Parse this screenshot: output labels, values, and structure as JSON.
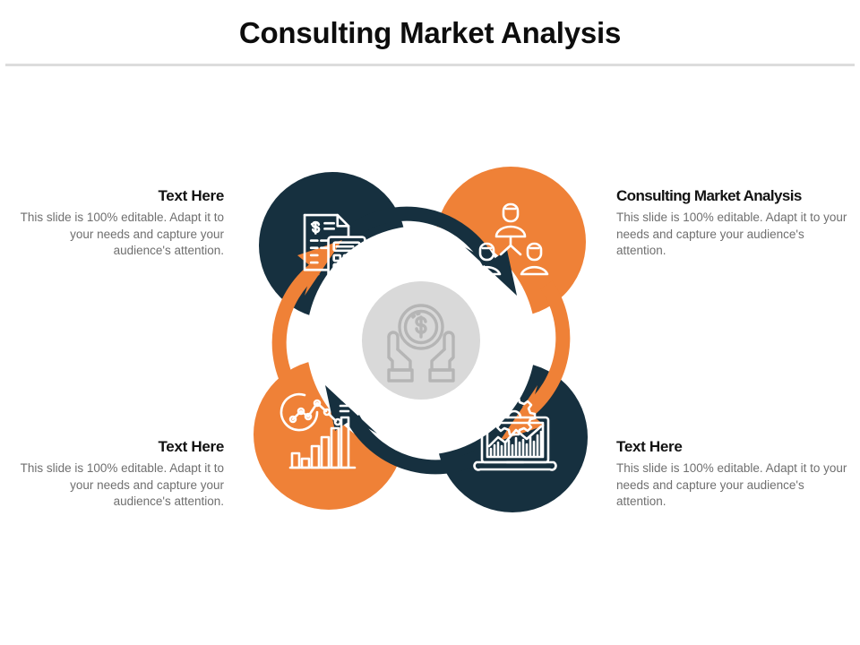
{
  "slide": {
    "title": "Consulting Market Analysis"
  },
  "colors": {
    "navy": "#16303f",
    "orange": "#ef8137",
    "center_gray": "#d9d9d9",
    "center_icon_gray": "#b5b5b5",
    "body_text": "#6f6f6f",
    "heading_text": "#121212",
    "rule": "#dcdcdc",
    "background": "#ffffff"
  },
  "body_text": "This slide is 100% editable.  Adapt it to your needs and capture your audience's attention.",
  "nodes": [
    {
      "id": "top-left",
      "position": "top-left",
      "heading": "Text Here",
      "body": "This slide is 100% editable.  Adapt it to your needs and capture your audience's attention.",
      "circle_color": "#16303f",
      "icon": "invoice-calculator-icon"
    },
    {
      "id": "top-right",
      "position": "top-right",
      "heading": "Consulting Market Analysis",
      "body": "This slide is 100% editable.  Adapt it to your needs and capture your audience's attention.",
      "circle_color": "#ef8137",
      "icon": "team-hierarchy-icon"
    },
    {
      "id": "bottom-left",
      "position": "bottom-left",
      "heading": "Text Here",
      "body": "This slide is 100% editable.  Adapt it to your needs and capture your audience's attention.",
      "circle_color": "#ef8137",
      "icon": "analytics-bar-chart-icon"
    },
    {
      "id": "bottom-right",
      "position": "bottom-right",
      "heading": "Text Here",
      "body": "This slide is 100% editable.  Adapt it to your needs and capture your audience's attention.",
      "circle_color": "#16303f",
      "icon": "laptop-chart-gear-icon"
    }
  ],
  "center": {
    "icon": "hands-holding-coin-icon",
    "circle_color": "#d9d9d9"
  },
  "arrows": [
    {
      "id": "arrow-left-up",
      "color": "#ef8137",
      "direction": "counterclockwise-up-right"
    },
    {
      "id": "arrow-top-right",
      "color": "#16303f",
      "direction": "clockwise-down-right"
    },
    {
      "id": "arrow-bottom-left",
      "color": "#16303f",
      "direction": "counterclockwise-up-left"
    },
    {
      "id": "arrow-right-down",
      "color": "#ef8137",
      "direction": "clockwise-down-left"
    }
  ]
}
